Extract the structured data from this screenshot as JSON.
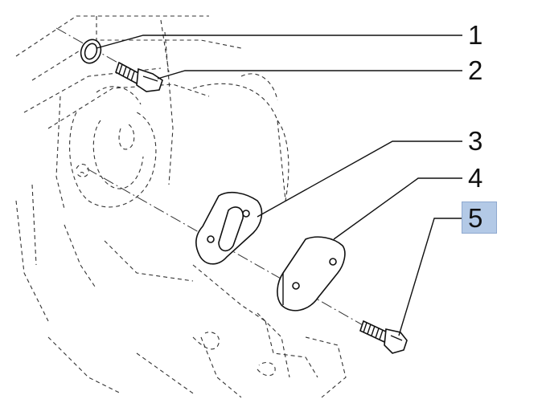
{
  "callouts": [
    {
      "number": "1",
      "part": "washer"
    },
    {
      "number": "2",
      "part": "plug-bolt"
    },
    {
      "number": "3",
      "part": "gasket"
    },
    {
      "number": "4",
      "part": "cover-plate"
    },
    {
      "number": "5",
      "part": "flange-bolt",
      "highlighted": true
    }
  ],
  "colors": {
    "highlight": "#b3c9e6",
    "line": "#111111",
    "background": "#ffffff"
  }
}
